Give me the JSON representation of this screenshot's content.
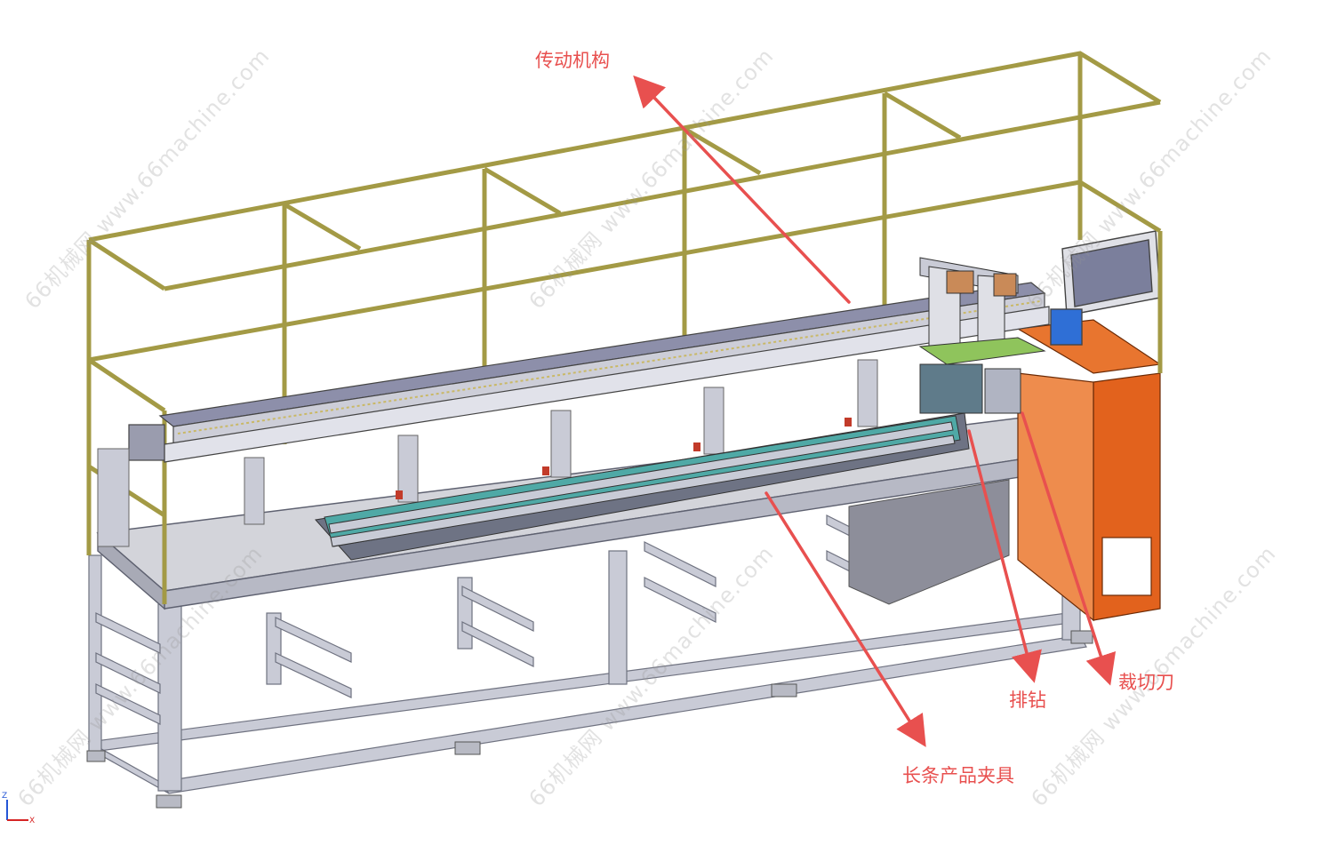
{
  "labels": {
    "drive_mechanism": "传动机构",
    "gang_drill": "排钻",
    "cutter": "裁切刀",
    "fixture": "长条产品夹具"
  },
  "watermark": "66机械网 www.66machine.com",
  "axis": {
    "z": "Z",
    "x": "X"
  },
  "colors": {
    "callout": "#e8504f",
    "frame_gold": "#a39a45",
    "frame_silver": "#c9cbd6",
    "bench_top": "#d3d4da",
    "cabinet_orange": "#e2621d",
    "fixture_teal": "#4fa9a6",
    "plate_green": "#8fc45c"
  }
}
